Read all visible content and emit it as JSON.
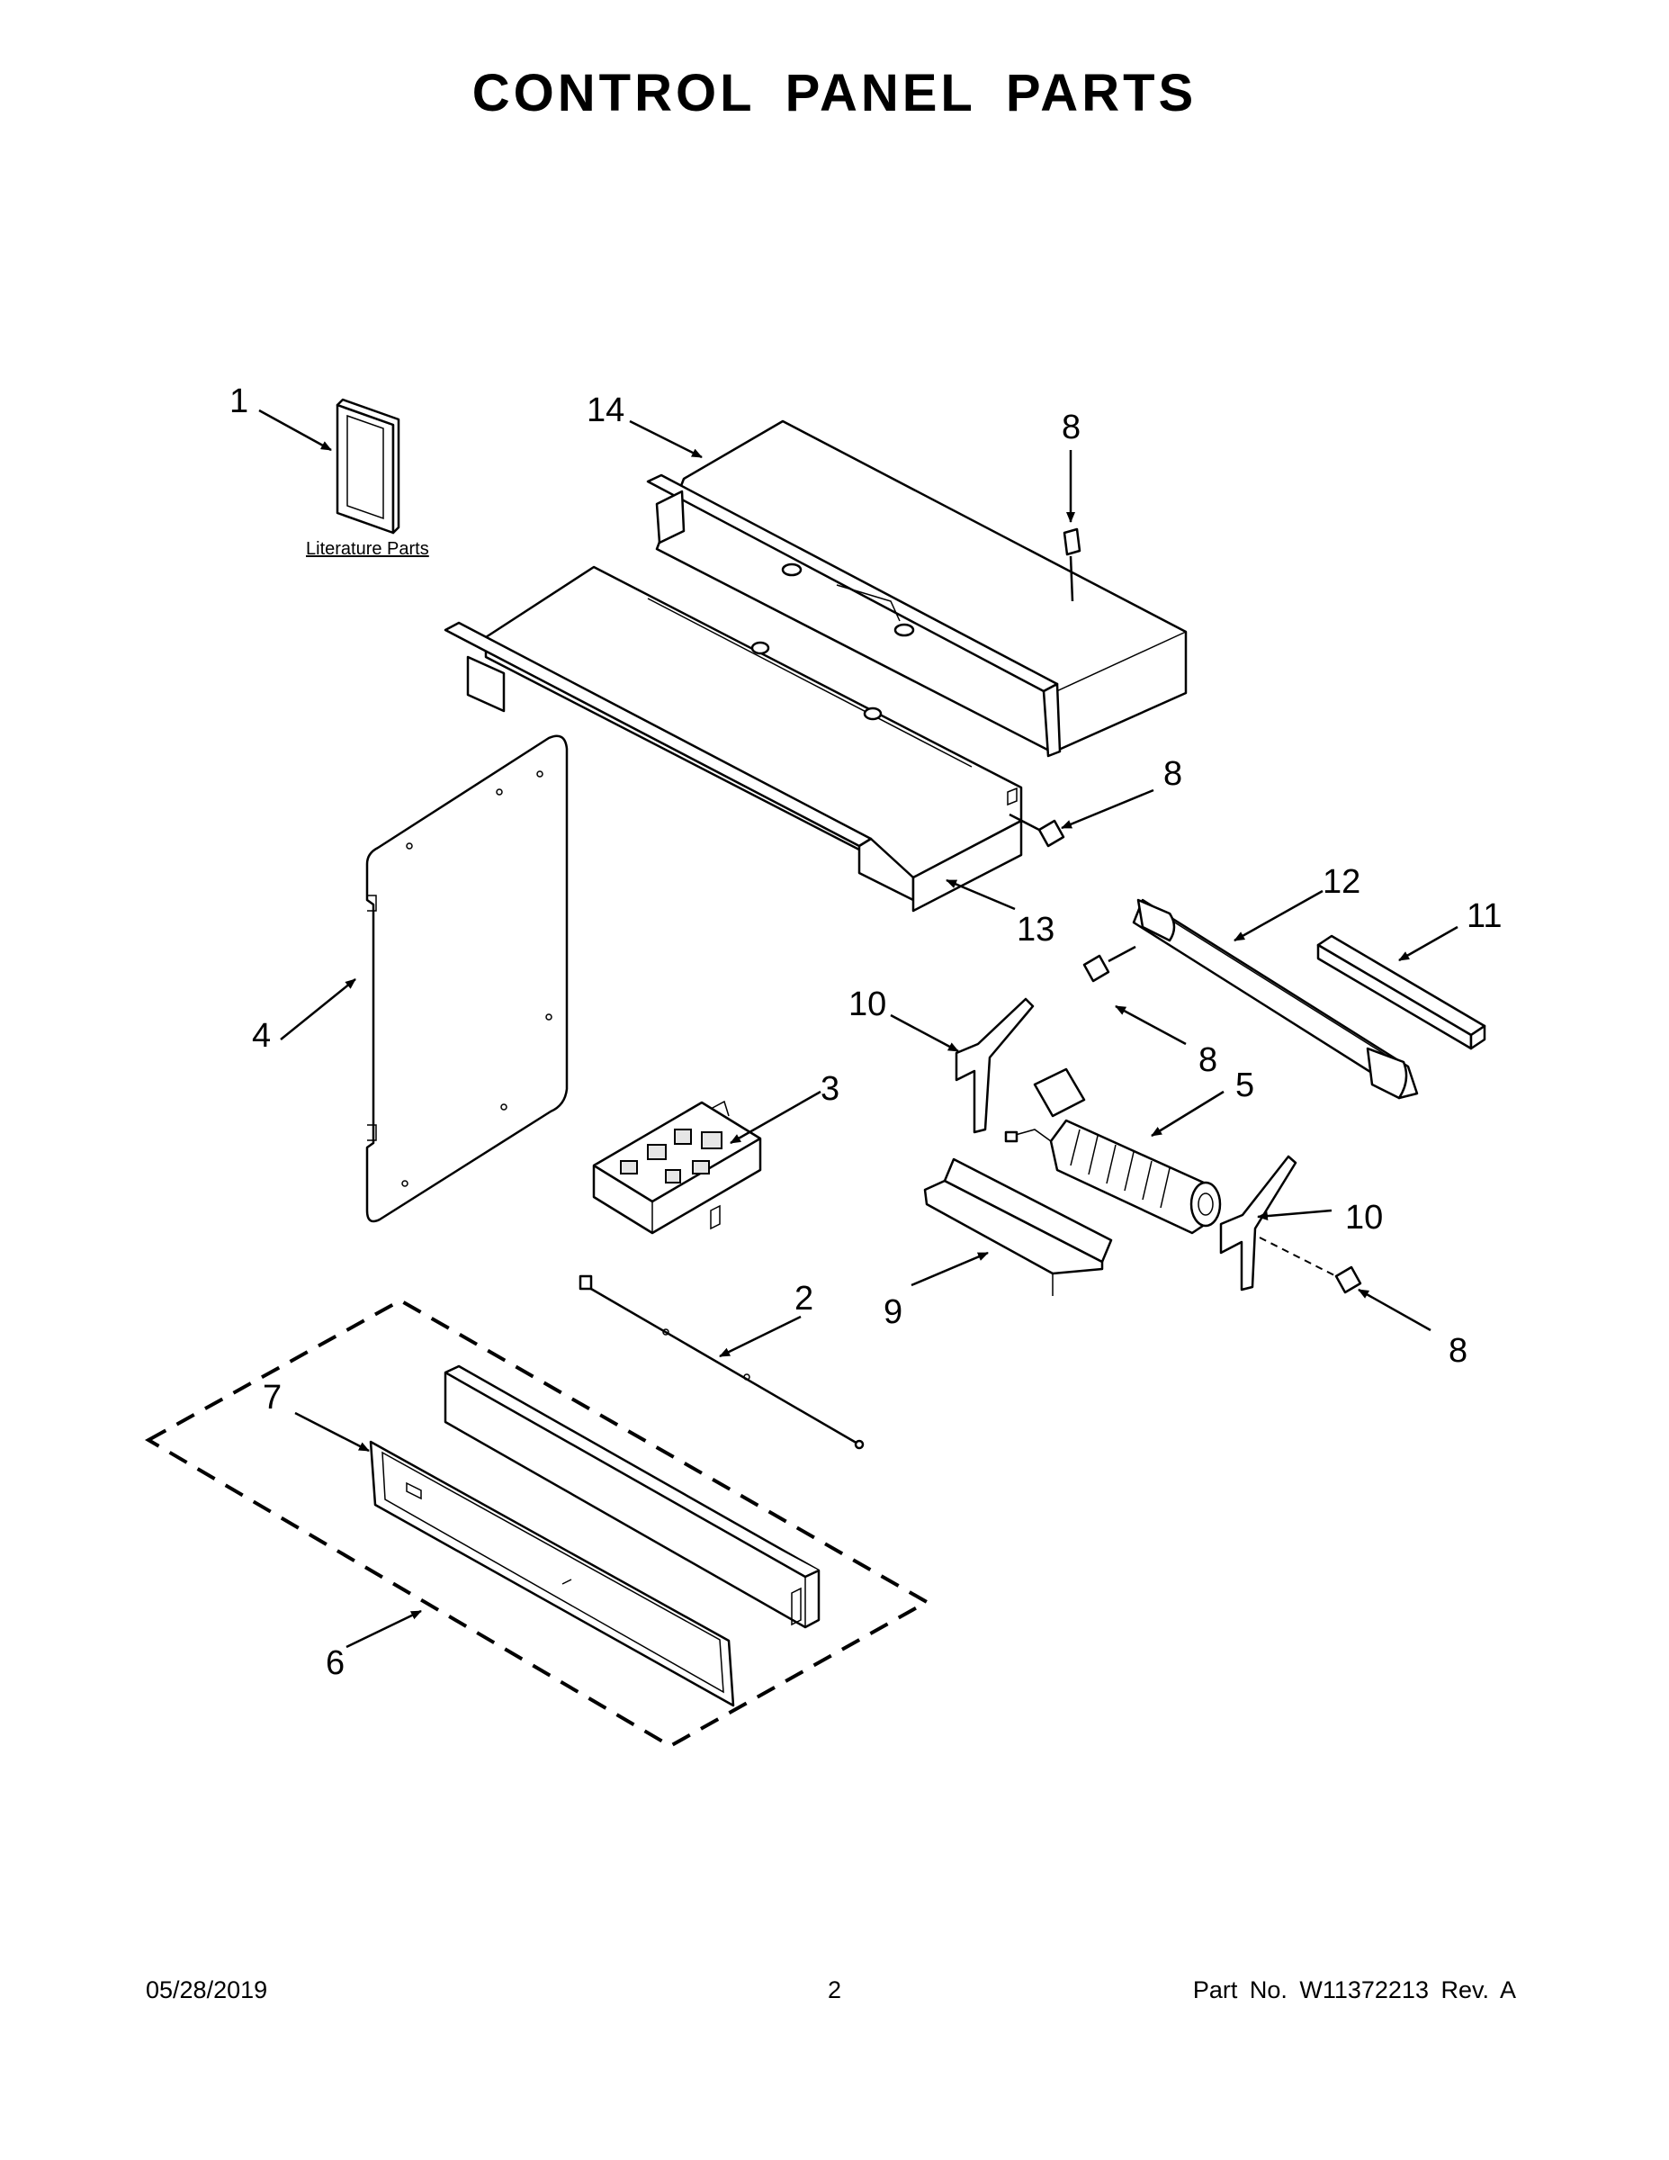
{
  "title": "CONTROL PANEL PARTS",
  "literature_label": "Literature Parts",
  "callouts": {
    "c1": "1",
    "c2": "2",
    "c3": "3",
    "c4": "4",
    "c5": "5",
    "c6": "6",
    "c7": "7",
    "c8a": "8",
    "c8b": "8",
    "c8c": "8",
    "c8d": "8",
    "c9": "9",
    "c10a": "10",
    "c10b": "10",
    "c11": "11",
    "c12": "12",
    "c13": "13",
    "c14": "14"
  },
  "footer": {
    "date": "05/28/2019",
    "page": "2",
    "part": "Part No.  W11372213  Rev.  A"
  }
}
